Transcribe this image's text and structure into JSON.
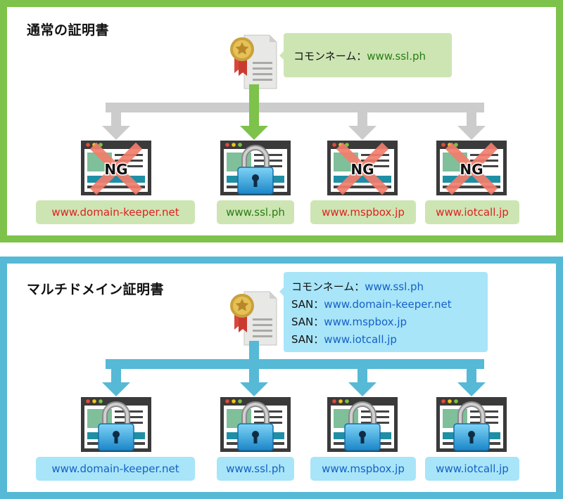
{
  "panel_normal": {
    "title": "通常の証明書",
    "bubble": {
      "prefix": "コモンネーム：",
      "domain": "www.ssl.ph"
    },
    "labels": [
      "www.domain-keeper.net",
      "www.ssl.ph",
      "www.mspbox.jp",
      "www.iotcall.jp"
    ],
    "ng_text": "NG"
  },
  "panel_multi": {
    "title": "マルチドメイン証明書",
    "bubble": [
      {
        "prefix": "コモンネーム：",
        "domain": "www.ssl.ph"
      },
      {
        "prefix": "SAN：",
        "domain": "www.domain-keeper.net"
      },
      {
        "prefix": "SAN：",
        "domain": "www.mspbox.jp"
      },
      {
        "prefix": "SAN：",
        "domain": "www.iotcall.jp"
      }
    ],
    "labels": [
      "www.domain-keeper.net",
      "www.ssl.ph",
      "www.mspbox.jp",
      "www.iotcall.jp"
    ]
  },
  "colors": {
    "green": "#7dc24b",
    "blue": "#56b9d6",
    "gray_arrow": "#cccccc",
    "ng_red": "#e02020"
  }
}
